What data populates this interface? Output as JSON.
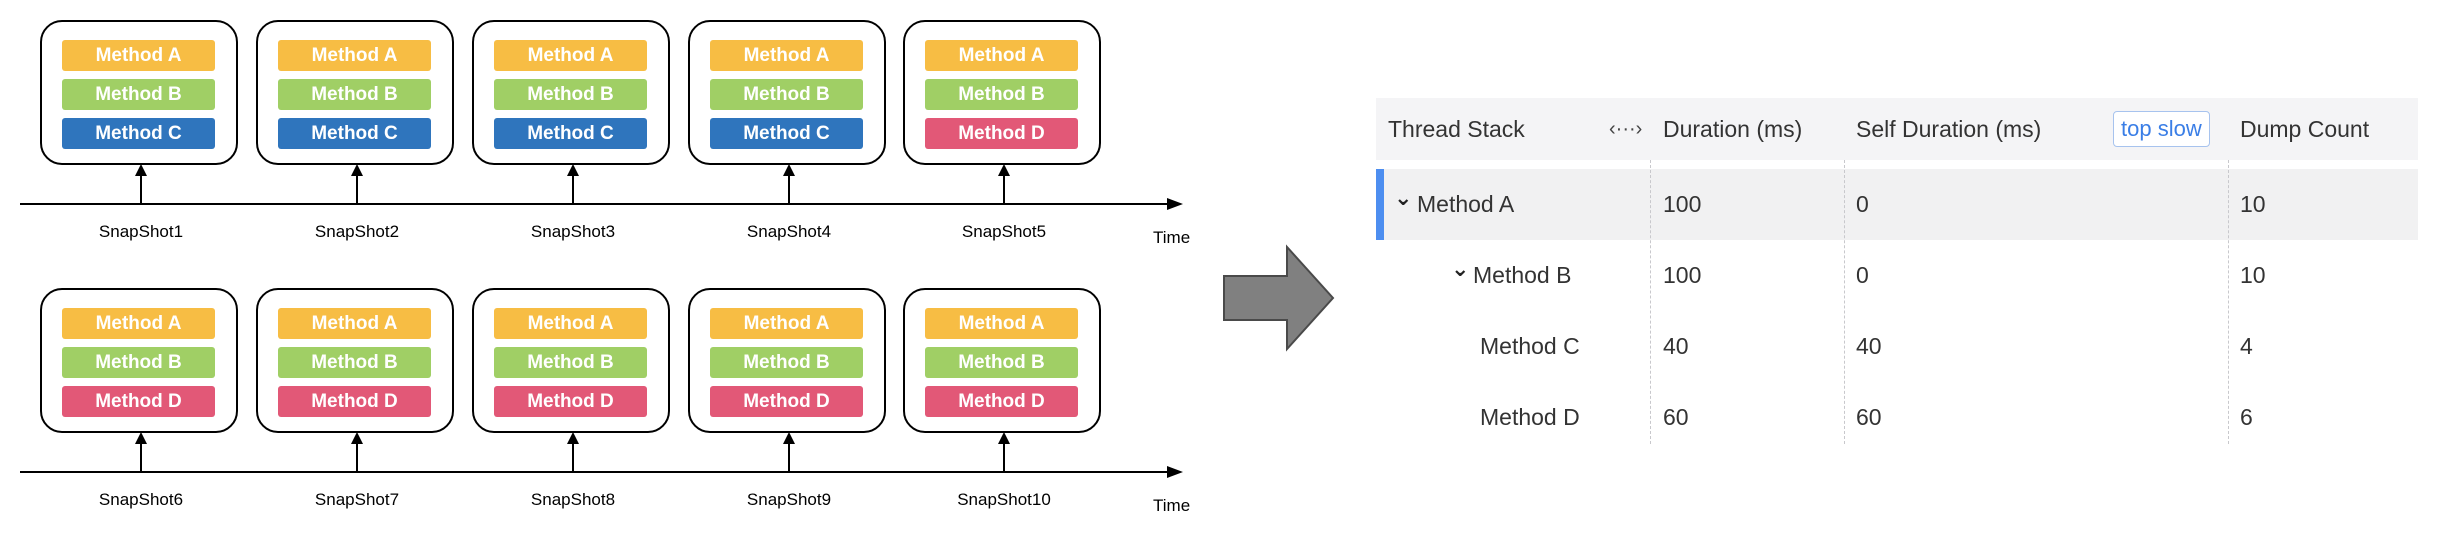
{
  "colors": {
    "method_a": "#f7bd44",
    "method_b": "#a0cf65",
    "method_c": "#2f75bd",
    "method_d": "#e25877",
    "arrow_fill": "#808080",
    "selection_accent": "#4d8ef0",
    "link_blue": "#3a7ee6"
  },
  "diagram": {
    "time_label": "Time",
    "rows": [
      {
        "snapshots": [
          {
            "label": "SnapShot1",
            "stack": [
              "Method A",
              "Method B",
              "Method C"
            ]
          },
          {
            "label": "SnapShot2",
            "stack": [
              "Method A",
              "Method B",
              "Method C"
            ]
          },
          {
            "label": "SnapShot3",
            "stack": [
              "Method A",
              "Method B",
              "Method C"
            ]
          },
          {
            "label": "SnapShot4",
            "stack": [
              "Method A",
              "Method B",
              "Method C"
            ]
          },
          {
            "label": "SnapShot5",
            "stack": [
              "Method A",
              "Method B",
              "Method D"
            ]
          }
        ]
      },
      {
        "snapshots": [
          {
            "label": "SnapShot6",
            "stack": [
              "Method A",
              "Method B",
              "Method D"
            ]
          },
          {
            "label": "SnapShot7",
            "stack": [
              "Method A",
              "Method B",
              "Method D"
            ]
          },
          {
            "label": "SnapShot8",
            "stack": [
              "Method A",
              "Method B",
              "Method D"
            ]
          },
          {
            "label": "SnapShot9",
            "stack": [
              "Method A",
              "Method B",
              "Method D"
            ]
          },
          {
            "label": "SnapShot10",
            "stack": [
              "Method A",
              "Method B",
              "Method D"
            ]
          }
        ]
      }
    ]
  },
  "table": {
    "headers": {
      "thread_stack": "Thread Stack",
      "resize_icon": "‹···›",
      "duration": "Duration (ms)",
      "self_duration": "Self Duration (ms)",
      "top_slow": "top slow",
      "dump_count": "Dump Count"
    },
    "rows": [
      {
        "name": "Method A",
        "level": 0,
        "expandable": true,
        "selected": true,
        "duration": "100",
        "self_duration": "0",
        "dump_count": "10"
      },
      {
        "name": "Method B",
        "level": 1,
        "expandable": true,
        "selected": false,
        "duration": "100",
        "self_duration": "0",
        "dump_count": "10"
      },
      {
        "name": "Method C",
        "level": 2,
        "expandable": false,
        "selected": false,
        "duration": "40",
        "self_duration": "40",
        "dump_count": "4"
      },
      {
        "name": "Method D",
        "level": 2,
        "expandable": false,
        "selected": false,
        "duration": "60",
        "self_duration": "60",
        "dump_count": "6"
      }
    ]
  }
}
